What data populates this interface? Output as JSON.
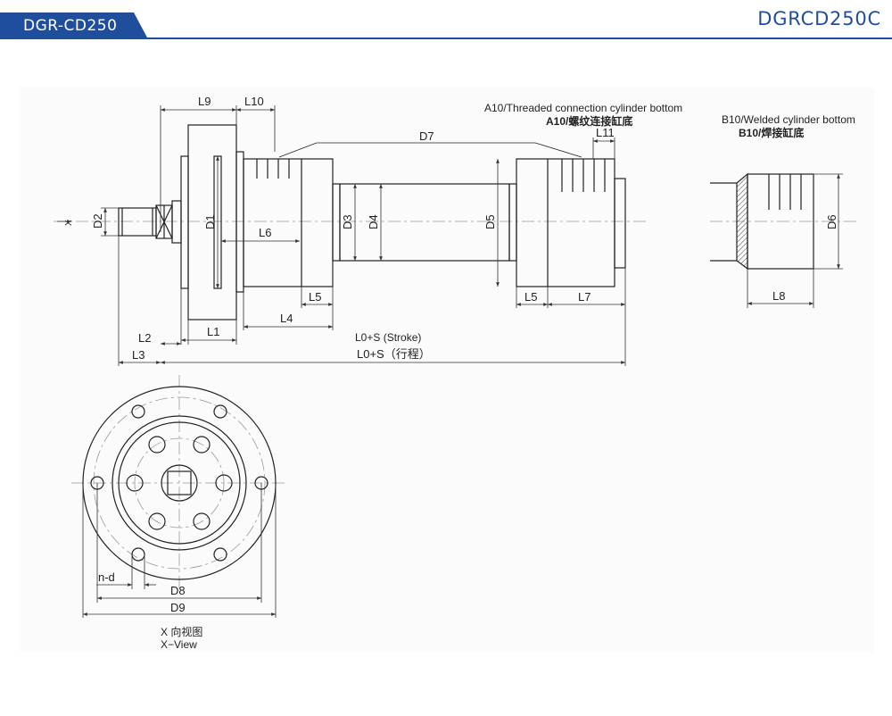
{
  "header": {
    "series_tab": "DGR-CD250",
    "model_code": "DGRCD250C",
    "accent_color": "#1f4e9c"
  },
  "labels": {
    "L9": "L9",
    "L10": "L10",
    "L11": "L11",
    "D7": "D7",
    "D1": "D1",
    "D2": "D2",
    "D3": "D3",
    "D4": "D4",
    "D5": "D5",
    "D6": "D6",
    "D8": "D8",
    "D9": "D9",
    "L1": "L1",
    "L2": "L2",
    "L3": "L3",
    "L4": "L4",
    "L5a": "L5",
    "L5b": "L5",
    "L6": "L6",
    "L7": "L7",
    "L8": "L8",
    "x_mark": "X",
    "nd": "n-d",
    "stroke_en": "L0+S (Stroke)",
    "stroke_cn": "L0+S（行程）"
  },
  "notes": {
    "a10_en": "A10/Threaded connection cylinder bottom",
    "a10_cn": "A10/螺纹连接缸底",
    "b10_en": "B10/Welded cylinder bottom",
    "b10_cn": "B10/焊接缸底",
    "view_cn": "X 向视图",
    "view_en": "X−View"
  }
}
